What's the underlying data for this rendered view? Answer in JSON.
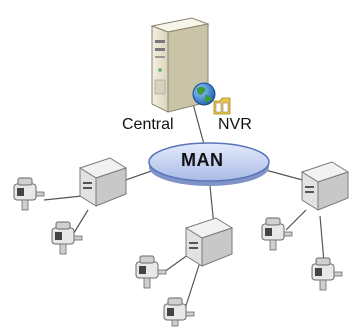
{
  "labels": {
    "central": "Central",
    "nvr": "NVR",
    "man": "MAN"
  },
  "icons": {
    "server": "server-icon",
    "globe": "globe-icon",
    "folder": "folder-icon",
    "switch": "network-switch-icon",
    "camera": "camera-icon"
  },
  "colors": {
    "man_fill": "#c9d6f2",
    "man_stroke": "#5b74b8",
    "line": "#555555",
    "device_fill": "#e6e6e6",
    "device_dark": "#9a9a9a"
  }
}
